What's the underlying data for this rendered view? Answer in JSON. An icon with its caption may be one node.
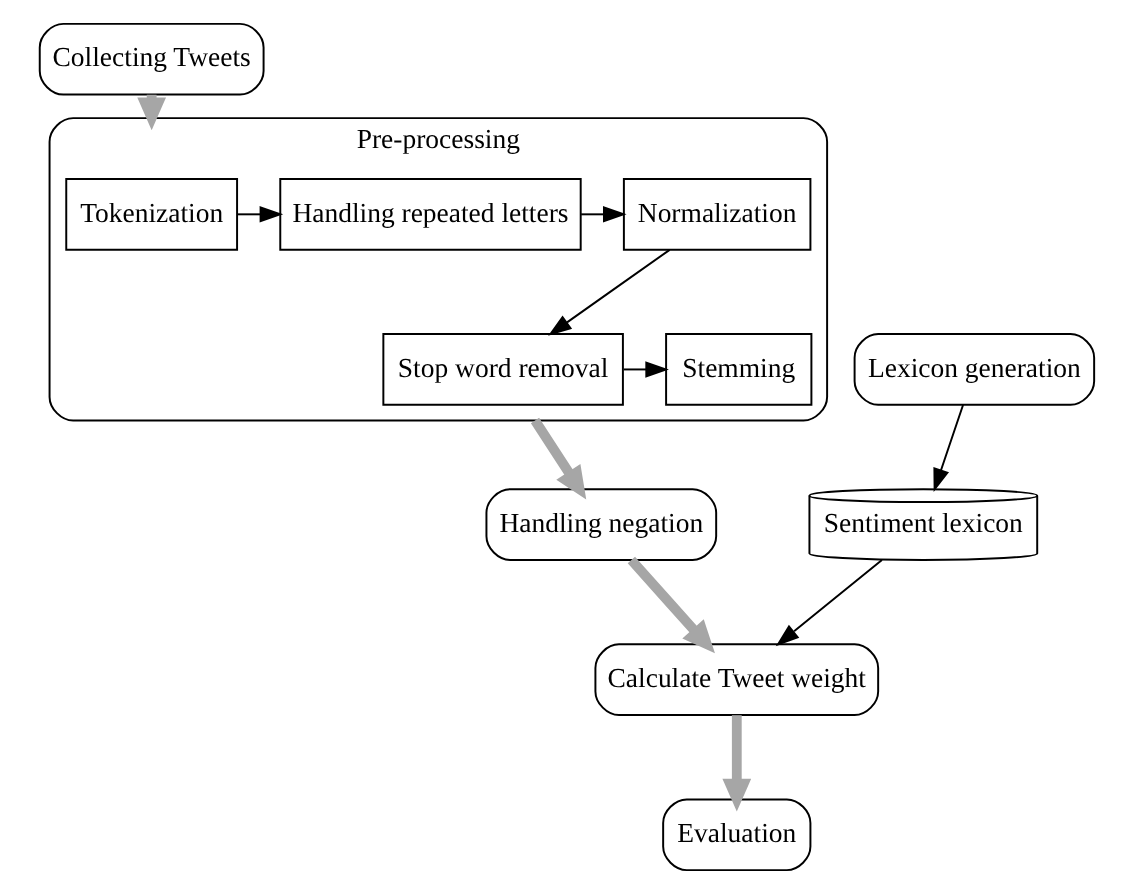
{
  "diagram": {
    "nodes": [
      {
        "text": [
          "Collecting Tweets"
        ]
      },
      {
        "text": [
          "Pre-processing"
        ]
      },
      {
        "text": [
          "Tokenization"
        ],
        "in": 1
      },
      {
        "text": [
          "Handling repeated letters"
        ],
        "in": 1
      },
      {
        "text": [
          "Normalization"
        ],
        "in": 1
      },
      {
        "text": [
          "Stemming"
        ],
        "in": 1
      },
      {
        "text": [
          "Stop word removal"
        ],
        "in": 1
      },
      {
        "text": [
          "Handling negation"
        ]
      },
      {
        "text": [
          "Lexicon generation"
        ]
      },
      {
        "text": [
          "Calculate Tweet weight"
        ]
      },
      {
        "text": [
          "Sentiment lexicon"
        ]
      },
      {
        "text": [
          "Evaluation"
        ]
      }
    ],
    "edges": [
      {
        "from": 0,
        "to": 1,
        "arrow": "to",
        "style": "thick",
        "color": "#a6a6a6"
      },
      {
        "from": 2,
        "to": 3,
        "arrow": "to"
      },
      {
        "from": 3,
        "to": 4,
        "arrow": "to"
      },
      {
        "from": 4,
        "to": 6,
        "arrow": "to"
      },
      {
        "from": 6,
        "to": 5,
        "arrow": "to"
      },
      {
        "from": 1,
        "to": 7,
        "arrow": "to",
        "style": "thick",
        "color": "#a6a6a6"
      },
      {
        "from": 7,
        "to": 9,
        "arrow": "to",
        "style": "thick",
        "color": "#a6a6a6"
      },
      {
        "from": 9,
        "to": 11,
        "arrow": "to",
        "style": "thick",
        "color": "#a6a6a6"
      },
      {
        "from": 8,
        "to": 10,
        "arrow": "to"
      },
      {
        "from": 10,
        "to": 9,
        "arrow": "to"
      }
    ]
  }
}
